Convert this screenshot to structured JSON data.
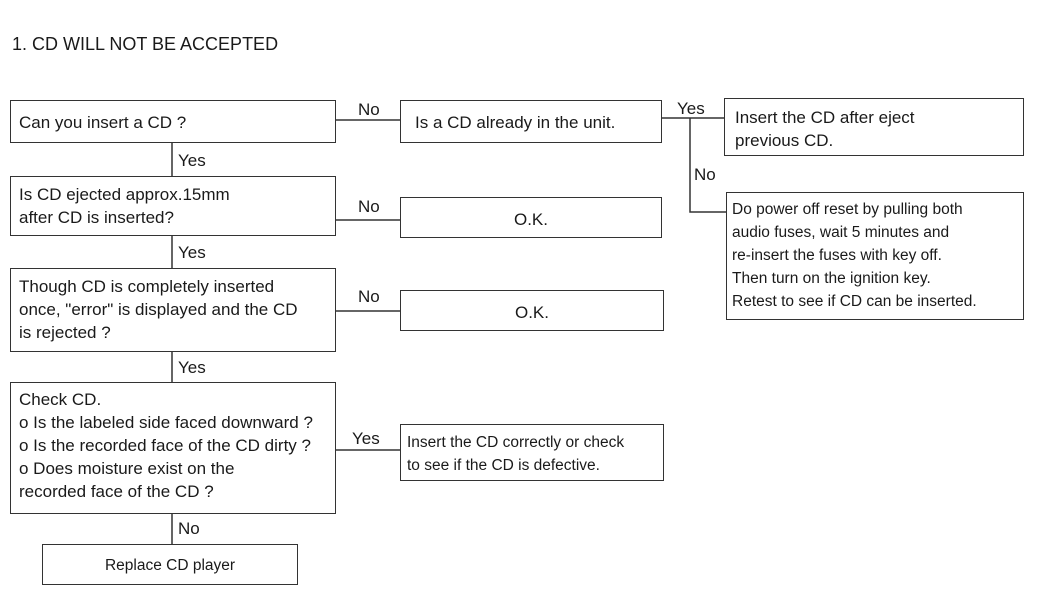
{
  "title": "1.  CD WILL NOT BE ACCEPTED",
  "boxes": {
    "insert_cd_q": "Can you insert a CD ?",
    "cd_already_q": "Is a CD already in the unit.",
    "insert_after_eject": "Insert the CD after eject\nprevious CD.",
    "ejected_q": "Is CD ejected approx.15mm\nafter CD is inserted?",
    "ok1": "O.K.",
    "power_reset": "Do power off reset by pulling both\naudio fuses, wait 5 minutes and\nre-insert the fuses with key off.\nThen turn on the ignition key.\nRetest to see  if CD can be inserted.",
    "error_q": "Though CD is completely inserted\nonce, \"error\" is displayed and the CD\nis rejected ?",
    "ok2": "O.K.",
    "check_cd": "Check CD.\no Is the labeled side faced downward ?\no Is the recorded face of the CD dirty ?\no Does moisture exist on the\n    recorded face of the CD ?",
    "insert_correctly": "Insert the CD correctly or check\nto see if the CD is defective.",
    "replace": "Replace CD player"
  },
  "labels": {
    "no1": "No",
    "yes1": "Yes",
    "no2": "No",
    "yes2": "Yes",
    "no3": "No",
    "yes3": "Yes",
    "no4": "No",
    "yes4": "Yes",
    "no5": "No"
  }
}
